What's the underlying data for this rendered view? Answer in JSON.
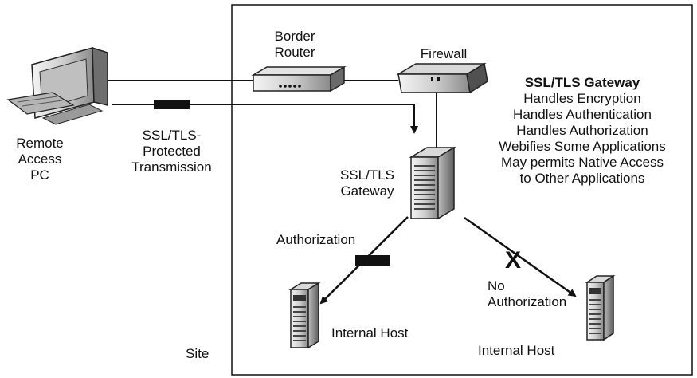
{
  "nodes": {
    "remote_pc": {
      "label_lines": [
        "Remote",
        "Access",
        "PC"
      ]
    },
    "border_router": {
      "label_lines": [
        "Border",
        "Router"
      ]
    },
    "firewall": {
      "label": "Firewall"
    },
    "gateway": {
      "label_lines": [
        "SSL/TLS",
        "Gateway"
      ]
    },
    "internal_host_left": {
      "label": "Internal Host"
    },
    "internal_host_right": {
      "label": "Internal Host"
    }
  },
  "links": {
    "transmission": {
      "label_lines": [
        "SSL/TLS-",
        "Protected",
        "Transmission"
      ]
    },
    "authorization": {
      "label": "Authorization"
    },
    "no_authorization": {
      "label_lines": [
        "No",
        "Authorization"
      ],
      "blocked_mark": "X"
    }
  },
  "site": {
    "label": "Site"
  },
  "gateway_info": {
    "title": "SSL/TLS Gateway",
    "lines": [
      "Handles Encryption",
      "Handles Authentication",
      "Handles Authorization",
      "Webifies Some Applications",
      "May permits Native Access",
      "to Other Applications"
    ]
  }
}
